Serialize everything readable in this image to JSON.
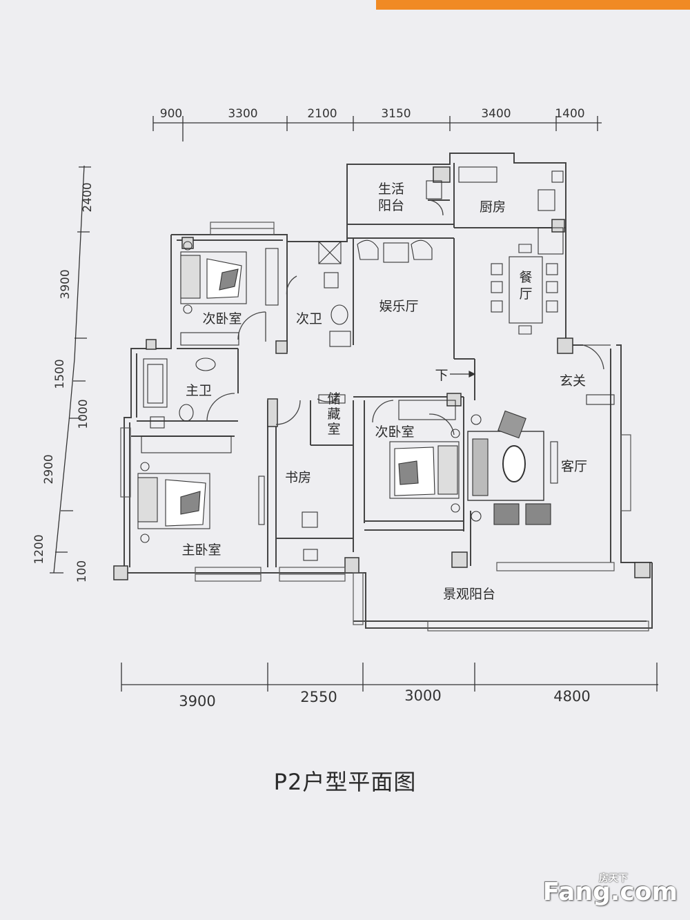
{
  "plan": {
    "caption": "P2户型平面图",
    "top_dimensions": [
      "900",
      "3300",
      "2100",
      "3150",
      "3400",
      "1400"
    ],
    "bottom_dimensions": [
      "3900",
      "2550",
      "3000",
      "4800"
    ],
    "left_dimensions": [
      "2400",
      "3900",
      "1500",
      "1000",
      "2900",
      "1200",
      "100"
    ],
    "rooms": {
      "living_balcony": "生活\n阳台",
      "kitchen": "厨房",
      "dining": "餐\n厅",
      "secondary_bedroom_1": "次卧室",
      "secondary_bath": "次卫",
      "entertainment_room": "娱乐厅",
      "down_marker": "下",
      "foyer": "玄关",
      "master_bath": "主卫",
      "storage": "储\n藏\n室",
      "secondary_bedroom_2": "次卧室",
      "living_room": "客厅",
      "study": "书房",
      "master_bedroom": "主卧室",
      "view_balcony": "景观阳台"
    }
  },
  "watermark": {
    "small": "房天下",
    "big": "Fang.com"
  },
  "colors": {
    "paper": "#eeeef1",
    "accent_strip": "#f08a24",
    "ink": "#2a2a2a"
  }
}
